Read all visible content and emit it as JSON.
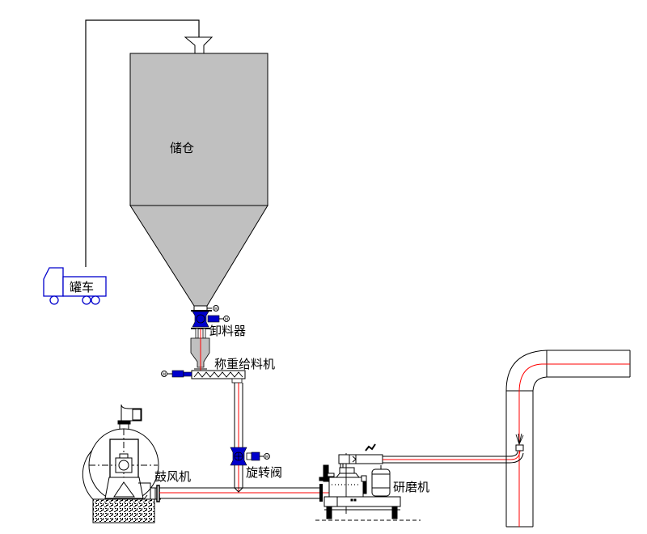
{
  "diagram": {
    "title": "",
    "colors": {
      "background": "#ffffff",
      "line": "#000000",
      "silo_fill": "#c0c0c0",
      "valve_blue": "#0000cc",
      "truck_blue": "#0000cc",
      "flow_red": "#ff0000"
    },
    "labels": {
      "silo": "储仓",
      "tanker_truck": "罐车",
      "discharger": "卸料器",
      "weigh_feeder": "称重给料机",
      "blower": "鼓风机",
      "rotary_valve": "旋转阀",
      "grinder": "研磨机"
    },
    "motor_marks": {
      "m1": "M",
      "m2": "M",
      "m3": "M",
      "m4": "M"
    },
    "components": [
      {
        "id": "tanker_truck",
        "icon": "truck-icon"
      },
      {
        "id": "silo",
        "icon": "silo-icon"
      },
      {
        "id": "discharger",
        "icon": "valve-icon"
      },
      {
        "id": "weigh_feeder",
        "icon": "screw-feeder-icon"
      },
      {
        "id": "blower",
        "icon": "blower-icon"
      },
      {
        "id": "rotary_valve",
        "icon": "rotary-valve-icon"
      },
      {
        "id": "grinder",
        "icon": "grinder-icon"
      },
      {
        "id": "exhaust_duct",
        "icon": "duct-icon"
      }
    ],
    "flows": [
      {
        "from": "tanker_truck",
        "to": "silo"
      },
      {
        "from": "silo",
        "to": "discharger"
      },
      {
        "from": "discharger",
        "to": "weigh_feeder"
      },
      {
        "from": "weigh_feeder",
        "to": "rotary_valve"
      },
      {
        "from": "blower",
        "to": "grinder"
      },
      {
        "from": "rotary_valve",
        "to": "grinder"
      },
      {
        "from": "grinder",
        "to": "exhaust_duct"
      }
    ]
  }
}
